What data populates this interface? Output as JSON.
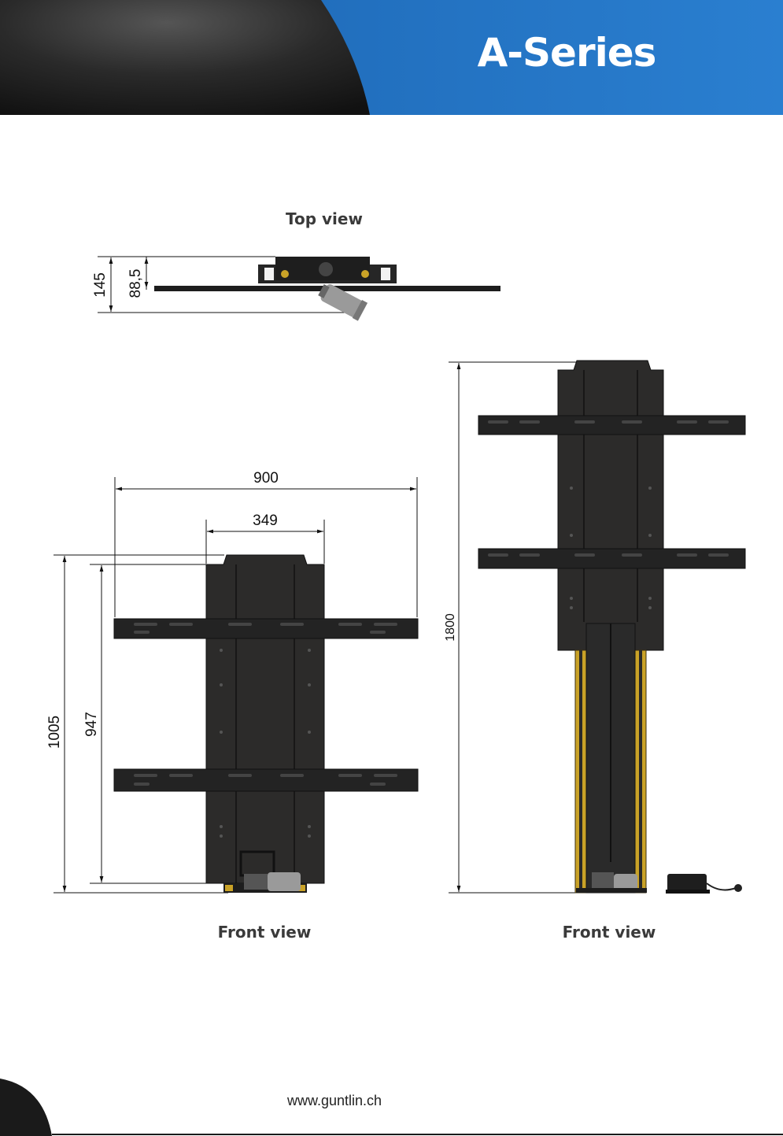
{
  "header": {
    "title": "A-Series",
    "accent_color": "#1a6fc0",
    "dark_color": "#2b2b2b"
  },
  "views": {
    "top": {
      "label": "Top view",
      "dims": [
        "145",
        "88,5"
      ]
    },
    "front_left": {
      "label": "Front view",
      "dims": [
        "900",
        "349",
        "1005",
        "947"
      ]
    },
    "front_right": {
      "label": "Front view",
      "dims": [
        "1800"
      ]
    }
  },
  "footer": {
    "url": "www.guntlin.ch"
  }
}
